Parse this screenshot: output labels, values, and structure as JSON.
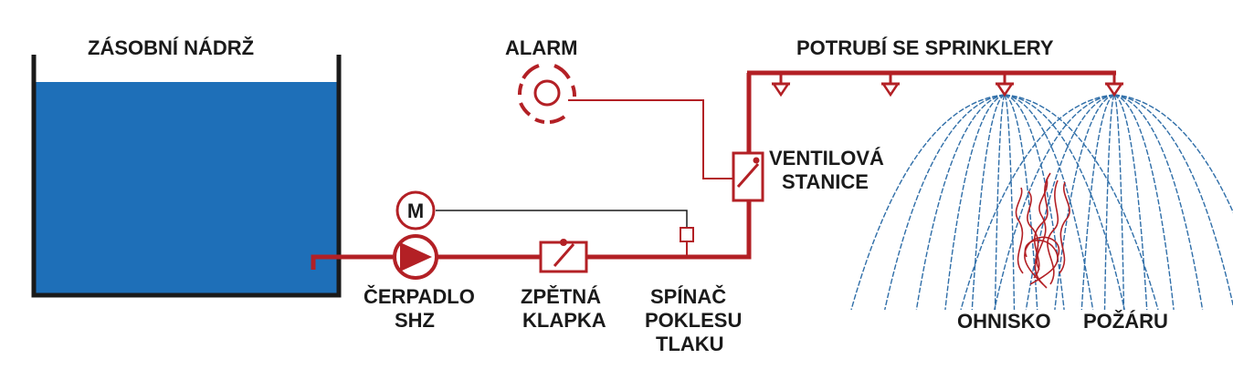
{
  "colors": {
    "pipe": "#b32025",
    "water": "#1e6fb8",
    "tank_wall": "#1a1a1a",
    "spray": "#2f6ea8",
    "text": "#1a1a1a"
  },
  "labels": {
    "tank": "ZÁSOBNÍ NÁDRŽ",
    "alarm": "ALARM",
    "sprinkler_pipe": "POTRUBÍ SE SPRINKLERY",
    "valve_station_1": "VENTILOVÁ",
    "valve_station_2": "STANICE",
    "pump_1": "ČERPADLO",
    "pump_2": "SHZ",
    "check_valve_1": "ZPĚTNÁ",
    "check_valve_2": "KLAPKA",
    "pressure_switch_1": "SPÍNAČ",
    "pressure_switch_2": "POKLESU",
    "pressure_switch_3": "TLAKU",
    "fire_1": "OHNISKO",
    "fire_2": "POŽÁRU",
    "motor_symbol": "M"
  },
  "icons": {
    "alarm": "bell-alarm-icon",
    "motor": "motor-icon",
    "pump": "pump-icon",
    "check_valve": "check-valve-icon",
    "valve_station": "valve-station-icon",
    "pressure_switch": "pressure-switch-icon",
    "sprinkler": "sprinkler-head-icon",
    "fire": "fire-flame-icon"
  }
}
